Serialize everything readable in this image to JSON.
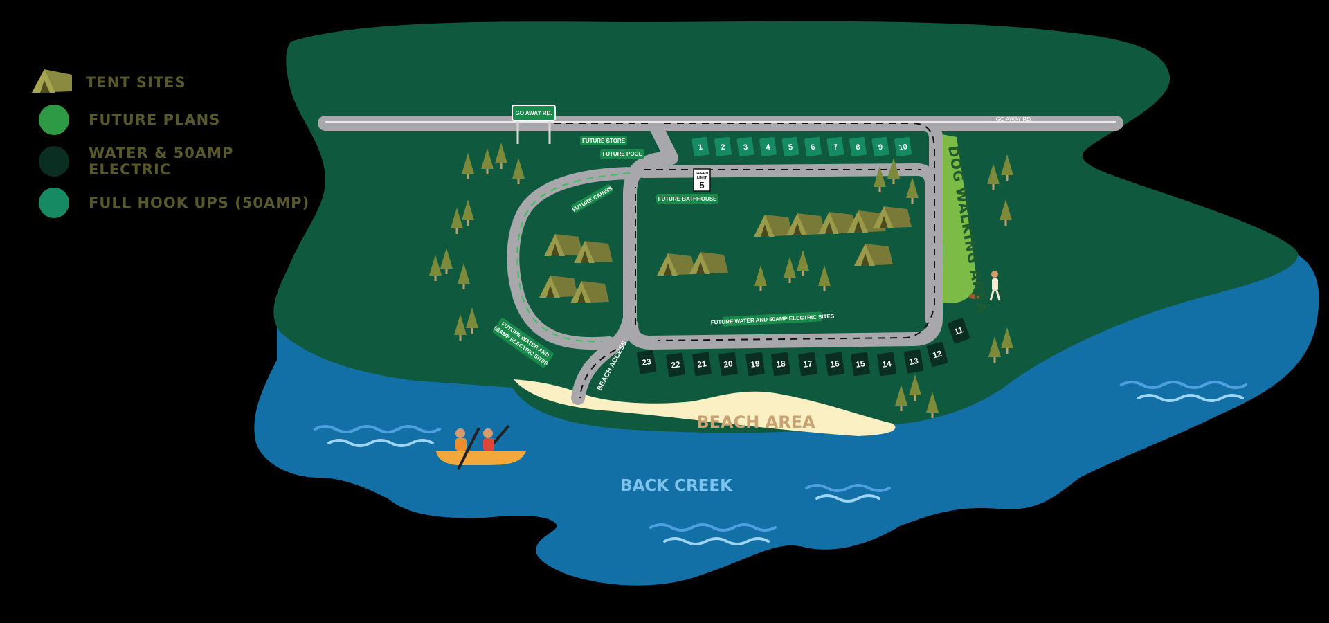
{
  "legend": {
    "items": [
      {
        "label": "TENT SITES",
        "icon": "tent-icon",
        "color": "#8a8a40"
      },
      {
        "label": "FUTURE PLANS",
        "icon": "circle-icon",
        "color": "#2e9a45"
      },
      {
        "label": "WATER & 50AMP ELECTRIC",
        "icon": "circle-icon",
        "color": "#0b2e22"
      },
      {
        "label": "FULL HOOK UPS (50AMP)",
        "icon": "circle-icon",
        "color": "#168a62"
      }
    ]
  },
  "road": {
    "entrance_sign": "GO AWAY RD.",
    "road_label": "GO AWAY RD."
  },
  "speed_sign": {
    "line1": "SPEED",
    "line2": "LIMIT",
    "value": "5"
  },
  "future_labels": {
    "store": "FUTURE STORE",
    "pool": "FUTURE POOL",
    "bathhouse": "FUTURE BATHHOUSE",
    "cabins": "FUTURE CABINS",
    "water_sites_1": "FUTURE WATER AND 50AMP ELECTRIC SITES",
    "water_sites_2a": "FUTURE WATER AND",
    "water_sites_2b": "50AMP ELECTRIC SITES"
  },
  "areas": {
    "dog": "DOG WALKING AREA",
    "beach": "BEACH AREA",
    "beach_access": "BEACH ACCESS",
    "creek": "BACK CREEK"
  },
  "sites": {
    "full_hookups": [
      "1",
      "2",
      "3",
      "4",
      "5",
      "6",
      "7",
      "8",
      "9",
      "10"
    ],
    "water_electric": [
      "11",
      "12",
      "13",
      "14",
      "15",
      "16",
      "17",
      "18",
      "19",
      "20",
      "21",
      "22",
      "23"
    ]
  },
  "colors": {
    "land": "#0f5a3f",
    "water": "#1370a6",
    "sand": "#fbf0c4",
    "road": "#a8a8ac",
    "future": "#2e9a45",
    "full_hookup": "#168a62",
    "water_electric": "#0b2e22",
    "dog_area": "#7cbb45",
    "tent": "#8a8a40",
    "tree": "#7c8a3a",
    "creek_label": "#7ec3ee",
    "beach_label": "#c8a272"
  }
}
